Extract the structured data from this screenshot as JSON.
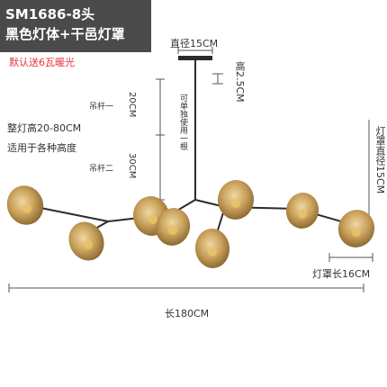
{
  "title": {
    "line1": "SM1686-8头",
    "line2": "黑色灯体+干邑灯罩"
  },
  "subtitle": "默认送6瓦暖光",
  "dimensions": {
    "canopy_diameter": "直径15CM",
    "canopy_height": "高2.5CM",
    "rod1_label": "吊杆一",
    "rod1_length": "20CM",
    "rod2_label": "吊杆二",
    "rod2_length": "30CM",
    "rod_note": "可单独使用一根",
    "overall_height": "整灯高20-80CM",
    "height_note": "适用于各种高度",
    "shade_diameter": "灯罩直径15CM",
    "shade_length": "灯罩长16CM",
    "total_length": "长180CM"
  },
  "colors": {
    "title_bg": "#4a4a4a",
    "title_text": "#ffffff",
    "accent_red": "#e8323c",
    "frame_black": "#2b2b2b",
    "glass_amber": "#c9a15b"
  }
}
